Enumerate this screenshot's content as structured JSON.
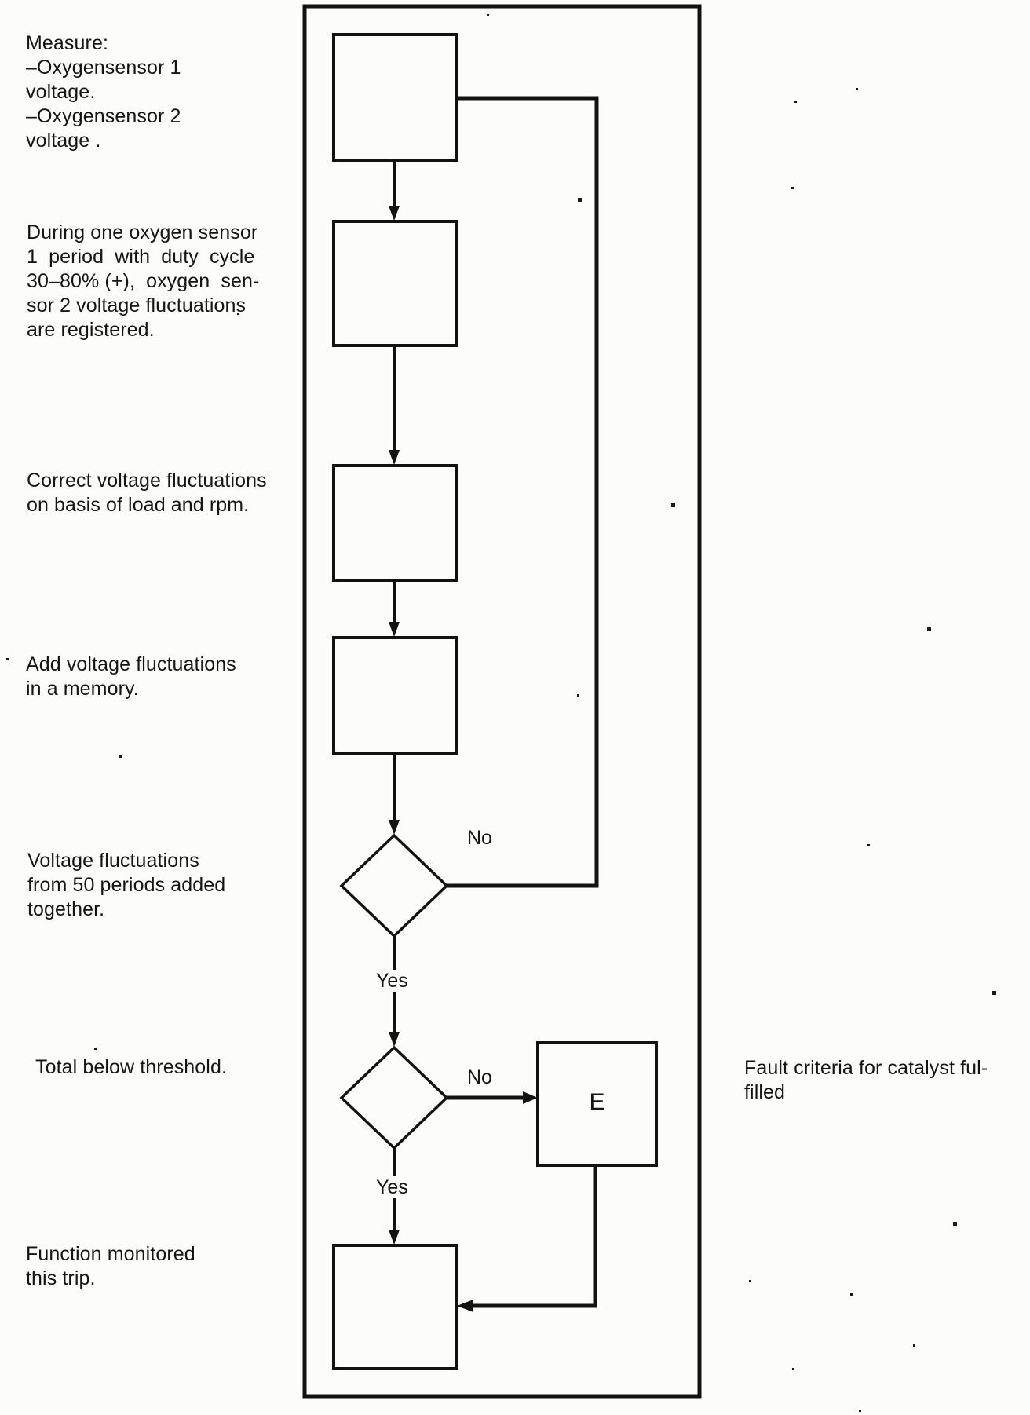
{
  "page": {
    "paper_color": "#fcfcfa",
    "ink_color": "#141414"
  },
  "annotations": {
    "measure": "Measure:\n–Oxygensensor 1\nvoltage.\n–Oxygensensor 2\nvoltage .",
    "during_period": "During one oxygen sensor\n1  period  with  duty  cycle\n30–80% (+),  oxygen  sen-\nsor 2 voltage fluctuations\nare registered.",
    "correct_fluctuations": "Correct voltage fluctuations\non basis of load and rpm.",
    "add_memory": "Add voltage fluctuations\nin a memory.",
    "fifty_periods": "Voltage fluctuations\nfrom 50 periods added\ntogether.",
    "below_threshold": "Total below threshold.",
    "function_monitored": "Function monitored\nthis trip.",
    "fault_criteria": "Fault criteria for catalyst ful-\nfilled"
  },
  "branch_labels": {
    "decision1_no": "No",
    "decision1_yes": "Yes",
    "decision2_no": "No",
    "decision2_yes": "Yes"
  },
  "error_box_label": "E"
}
